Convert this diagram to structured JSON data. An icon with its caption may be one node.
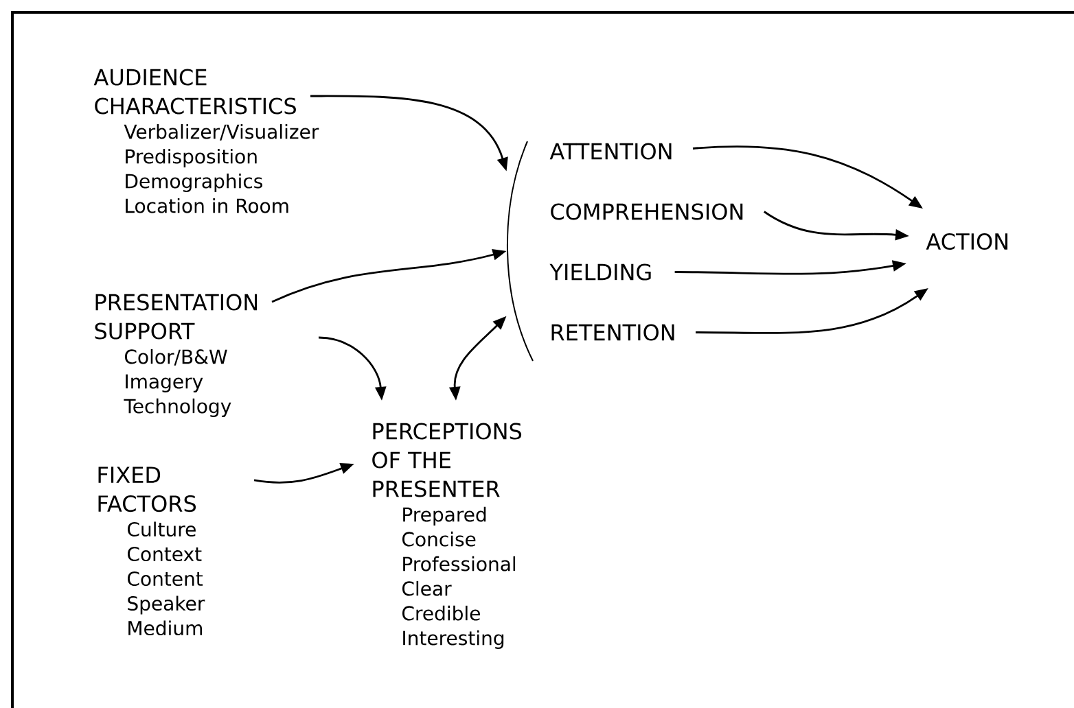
{
  "diagram": {
    "nodes": [
      {
        "text": [
          "AUDIENCE CHARACTERISTICS",
          "Verbalizer/Visualizer",
          "Predisposition",
          "Demographics",
          "Location in Room"
        ]
      },
      {
        "text": [
          "PRESENTATION SUPPORT",
          "Color/B&W",
          "Imagery",
          "Technology"
        ]
      },
      {
        "text": [
          "FIXED FACTORS",
          "Culture",
          "Context",
          "Content",
          "Speaker",
          "Medium"
        ]
      },
      {
        "text": [
          "PERCEPTIONS OF THE PRESENTER",
          "Prepared",
          "Concise",
          "Professional",
          "Clear",
          "Credible",
          "Interesting"
        ]
      },
      {
        "text": [],
        "shape": "bracket"
      },
      {
        "text": [
          "ATTENTION"
        ]
      },
      {
        "text": [
          "COMPREHENSION"
        ]
      },
      {
        "text": [
          "YIELDING"
        ]
      },
      {
        "text": [
          "RETENTION"
        ]
      },
      {
        "text": [
          "ACTION"
        ]
      }
    ],
    "edges": [
      {
        "from": 0,
        "to": 4,
        "arrow": "to"
      },
      {
        "from": 1,
        "to": 4,
        "arrow": "to"
      },
      {
        "from": 1,
        "to": 3,
        "arrow": "to"
      },
      {
        "from": 2,
        "to": 3,
        "arrow": "to"
      },
      {
        "from": 3,
        "to": 4,
        "arrow": "both"
      },
      {
        "from": 5,
        "to": 9,
        "arrow": "to"
      },
      {
        "from": 6,
        "to": 9,
        "arrow": "to"
      },
      {
        "from": 7,
        "to": 9,
        "arrow": "to"
      },
      {
        "from": 8,
        "to": 9,
        "arrow": "to"
      }
    ]
  }
}
